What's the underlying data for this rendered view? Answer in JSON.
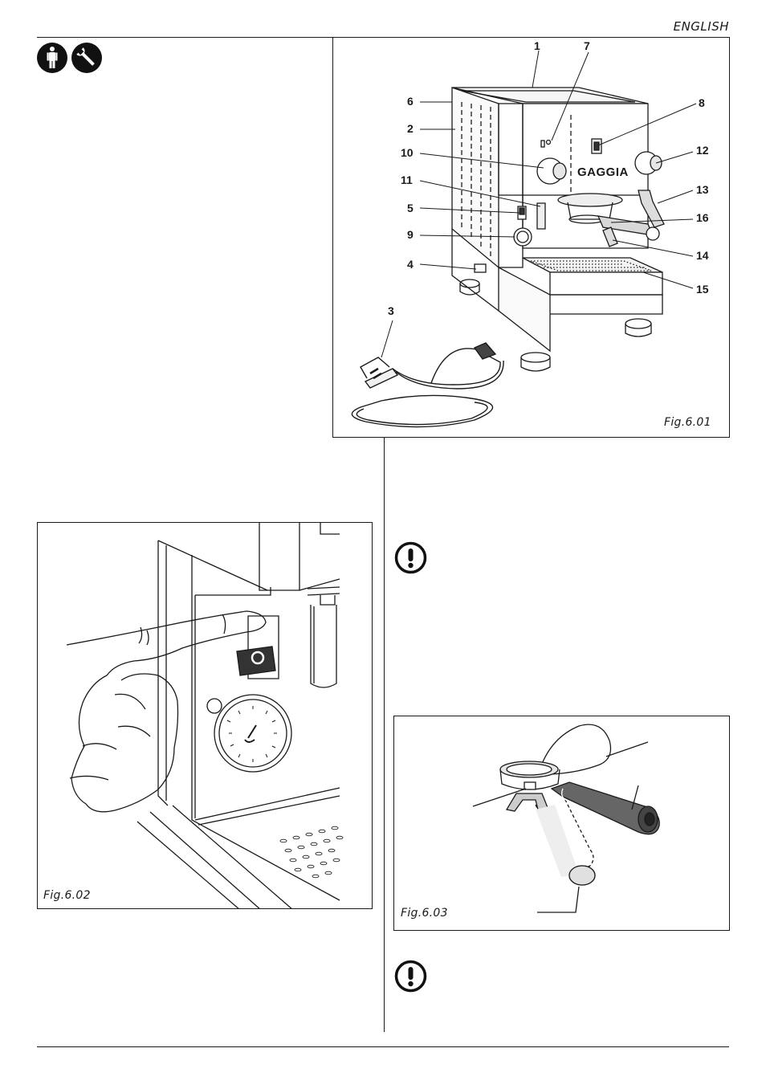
{
  "header": {
    "language": "ENGLISH"
  },
  "icons": {
    "operator": "operator-icon",
    "technician": "wrench-icon",
    "warning": "exclamation-icon"
  },
  "fig601": {
    "caption": "Fig.6.01",
    "callouts": [
      "1",
      "7",
      "6",
      "8",
      "2",
      "10",
      "12",
      "11",
      "13",
      "5",
      "16",
      "9",
      "14",
      "4",
      "15",
      "3"
    ],
    "brand": "GAGGIA"
  },
  "fig602": {
    "caption": "Fig.6.02"
  },
  "fig603": {
    "caption": "Fig.6.03"
  }
}
